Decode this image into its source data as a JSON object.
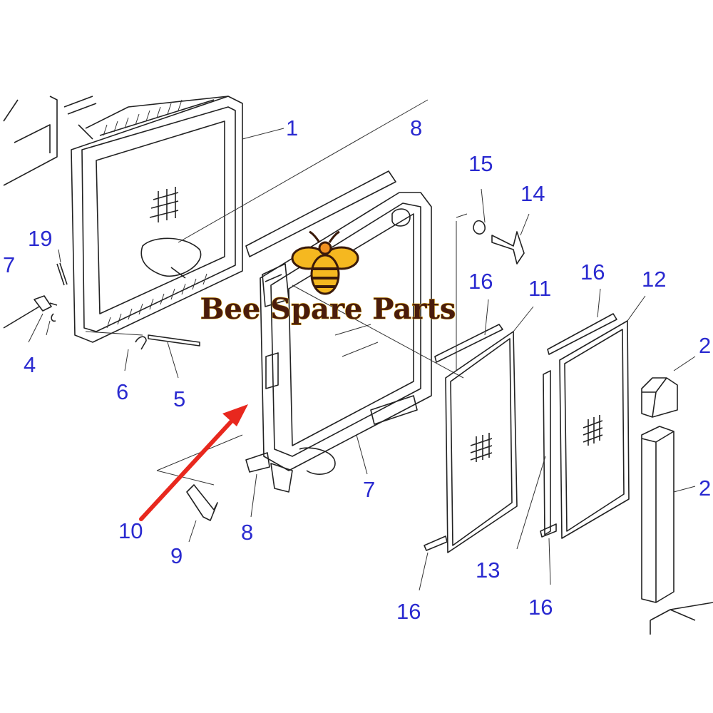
{
  "logo": {
    "text": "Bee Spare Parts",
    "colors": {
      "wings": "#f5b820",
      "body": "#f09020",
      "outline": "#3a1a0a"
    }
  },
  "arrow_color": "#e8281e",
  "label_color": "#2a2ad0",
  "callouts": [
    "1",
    "8",
    "15",
    "14",
    "19",
    "7",
    "16",
    "11",
    "16",
    "12",
    "2",
    "4",
    "6",
    "5",
    "2",
    "7",
    "10",
    "8",
    "9",
    "13",
    "16",
    "16"
  ]
}
